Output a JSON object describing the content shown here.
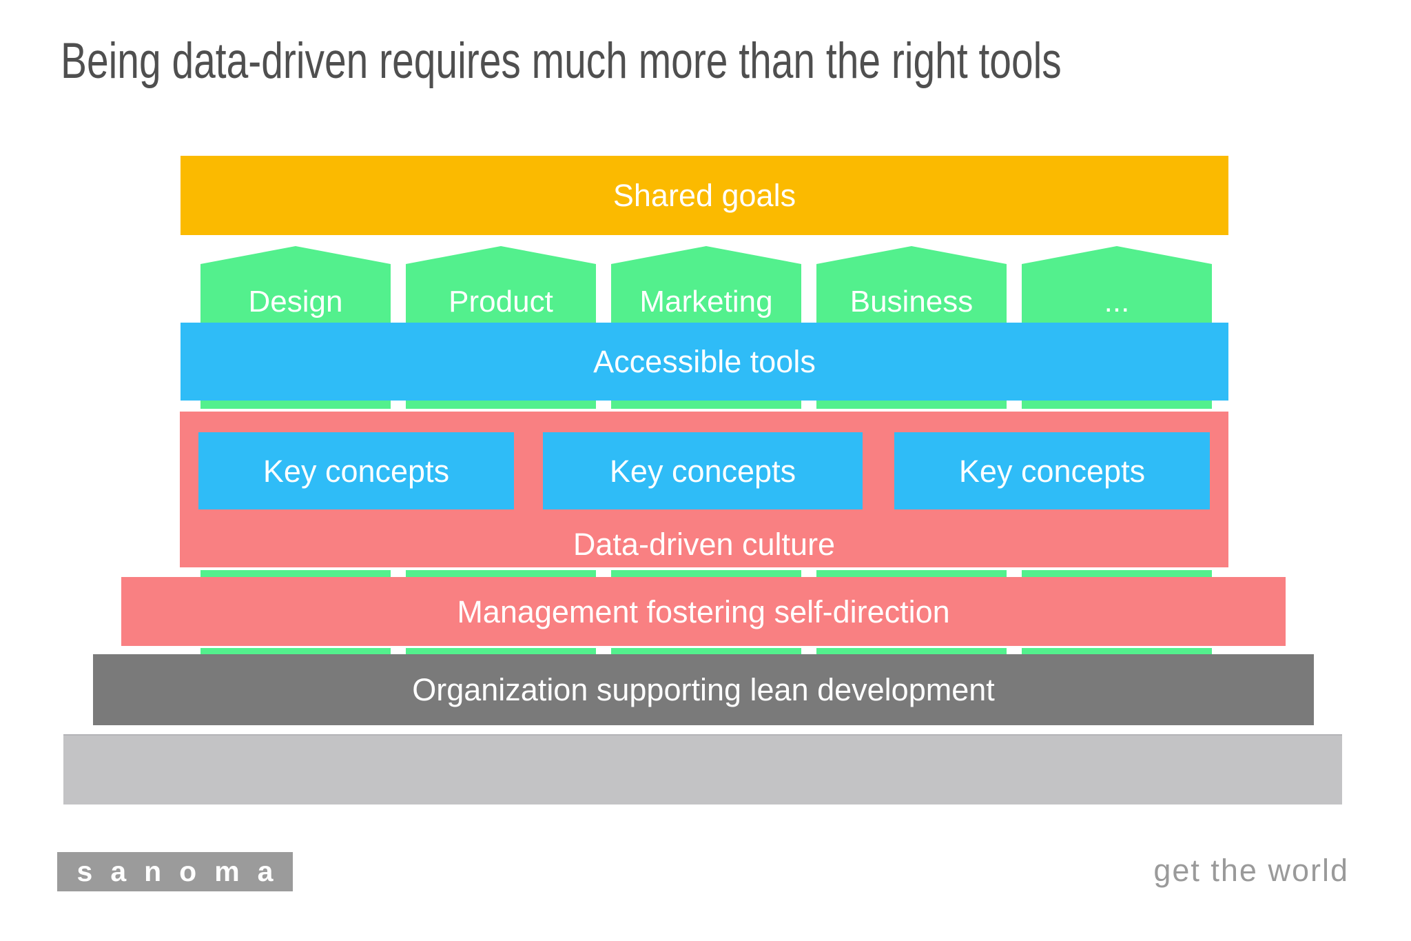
{
  "title": "Being data-driven requires much more than the right tools",
  "layers": {
    "shared_goals": "Shared goals",
    "pillars": [
      "Design",
      "Product",
      "Marketing",
      "Business",
      "..."
    ],
    "accessible_tools": "Accessible tools",
    "key_concepts": [
      "Key concepts",
      "Key concepts",
      "Key concepts"
    ],
    "culture": "Data-driven culture",
    "management": "Management fostering self-direction",
    "organization": "Organization supporting lean development"
  },
  "footer": {
    "logo": "sanoma",
    "tagline": "get the world"
  },
  "colors": {
    "shared_goals": "#FBBA00",
    "pillars": "#53F08D",
    "tools_and_key_concepts": "#2FBCF7",
    "culture_and_management": "#F98082",
    "organization": "#7A7A7A",
    "foundation": "#C3C3C5",
    "logo_background": "#9B9B9B",
    "title_text": "#4F4F4F",
    "tagline_text": "#9A9A9A",
    "bar_label_text": "#FFFFFF"
  }
}
